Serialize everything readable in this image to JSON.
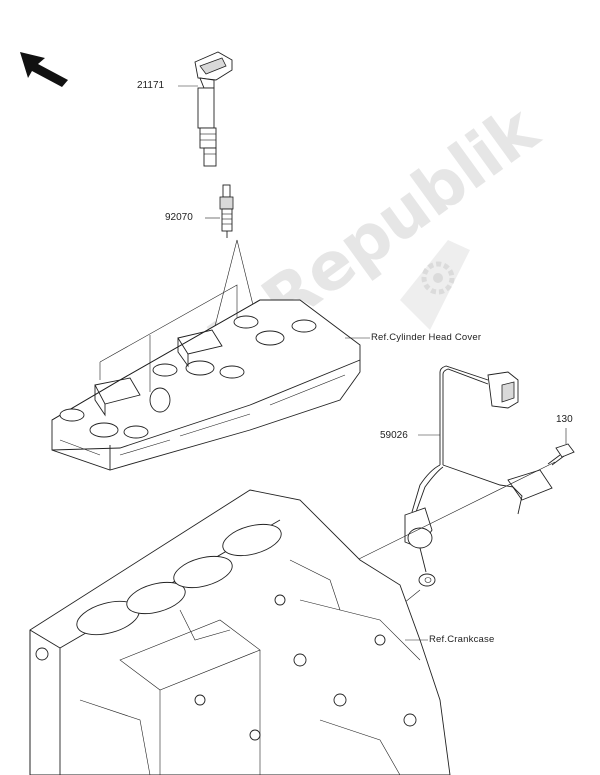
{
  "parts": [
    {
      "id": "ignition-coil",
      "number": "21171"
    },
    {
      "id": "spark-plug",
      "number": "92070"
    },
    {
      "id": "crank-sensor",
      "number": "59026"
    },
    {
      "id": "bolt",
      "number": "130"
    }
  ],
  "references": [
    {
      "id": "cylinder-head-cover",
      "text": "Ref.Cylinder Head Cover"
    },
    {
      "id": "crankcase",
      "text": "Ref.Crankcase"
    }
  ],
  "watermark": {
    "text": "PartsRepublik"
  },
  "icons": {
    "direction": "arrow-up-left-icon",
    "watermark_logo": "gear-icon"
  }
}
